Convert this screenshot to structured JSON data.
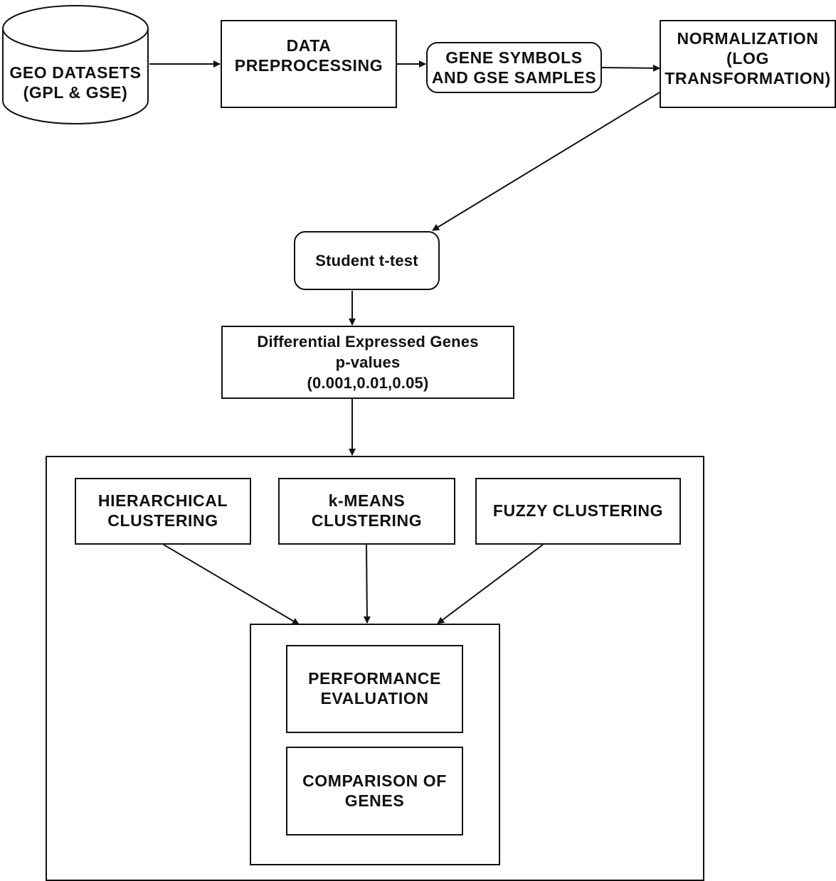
{
  "nodes": {
    "geo_datasets": "GEO DATASETS\n(GPL & GSE)",
    "data_preprocessing": "DATA\nPREPROCESSING",
    "gene_symbols": "GENE SYMBOLS\nAND GSE SAMPLES",
    "normalization": "NORMALIZATION\n(LOG\nTRANSFORMATION)",
    "student_t_test": "Student t-test",
    "differential_expressed_genes": "Differential Expressed Genes\np-values\n(0.001,0.01,0.05)",
    "hierarchical_clustering": "HIERARCHICAL\nCLUSTERING",
    "kmeans_clustering": "k-MEANS\nCLUSTERING",
    "fuzzy_clustering": "FUZZY CLUSTERING",
    "performance_evaluation": "PERFORMANCE\nEVALUATION",
    "comparison_of_genes": "COMPARISON OF\nGENES"
  },
  "edges": [
    {
      "from": "geo_datasets",
      "to": "data_preprocessing"
    },
    {
      "from": "data_preprocessing",
      "to": "gene_symbols"
    },
    {
      "from": "gene_symbols",
      "to": "normalization"
    },
    {
      "from": "normalization",
      "to": "student_t_test"
    },
    {
      "from": "student_t_test",
      "to": "differential_expressed_genes"
    },
    {
      "from": "differential_expressed_genes",
      "to": "clustering_group"
    },
    {
      "from": "hierarchical_clustering",
      "to": "evaluation_group"
    },
    {
      "from": "kmeans_clustering",
      "to": "evaluation_group"
    },
    {
      "from": "fuzzy_clustering",
      "to": "evaluation_group"
    }
  ]
}
